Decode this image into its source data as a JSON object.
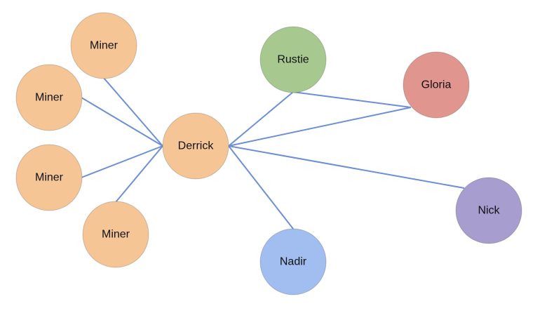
{
  "diagram": {
    "colors": {
      "edge": "#6d8fd6",
      "miner": "#f5c596",
      "derrick": "#f5c596",
      "rustie": "#a7c98f",
      "gloria": "#e0958e",
      "nick": "#a89dcf",
      "nadir": "#a2bdf0"
    },
    "nodes": [
      {
        "id": "miner1",
        "label": "Miner",
        "color_key": "miner"
      },
      {
        "id": "miner2",
        "label": "Miner",
        "color_key": "miner"
      },
      {
        "id": "miner3",
        "label": "Miner",
        "color_key": "miner"
      },
      {
        "id": "miner4",
        "label": "Miner",
        "color_key": "miner"
      },
      {
        "id": "derrick",
        "label": "Derrick",
        "color_key": "derrick"
      },
      {
        "id": "rustie",
        "label": "Rustie",
        "color_key": "rustie"
      },
      {
        "id": "gloria",
        "label": "Gloria",
        "color_key": "gloria"
      },
      {
        "id": "nick",
        "label": "Nick",
        "color_key": "nick"
      },
      {
        "id": "nadir",
        "label": "Nadir",
        "color_key": "nadir"
      }
    ],
    "edges": [
      {
        "from": "miner1",
        "to": "derrick"
      },
      {
        "from": "miner2",
        "to": "derrick"
      },
      {
        "from": "miner3",
        "to": "derrick"
      },
      {
        "from": "miner4",
        "to": "derrick"
      },
      {
        "from": "derrick",
        "to": "rustie"
      },
      {
        "from": "derrick",
        "to": "gloria"
      },
      {
        "from": "derrick",
        "to": "nick"
      },
      {
        "from": "derrick",
        "to": "nadir"
      },
      {
        "from": "rustie",
        "to": "gloria"
      }
    ]
  }
}
